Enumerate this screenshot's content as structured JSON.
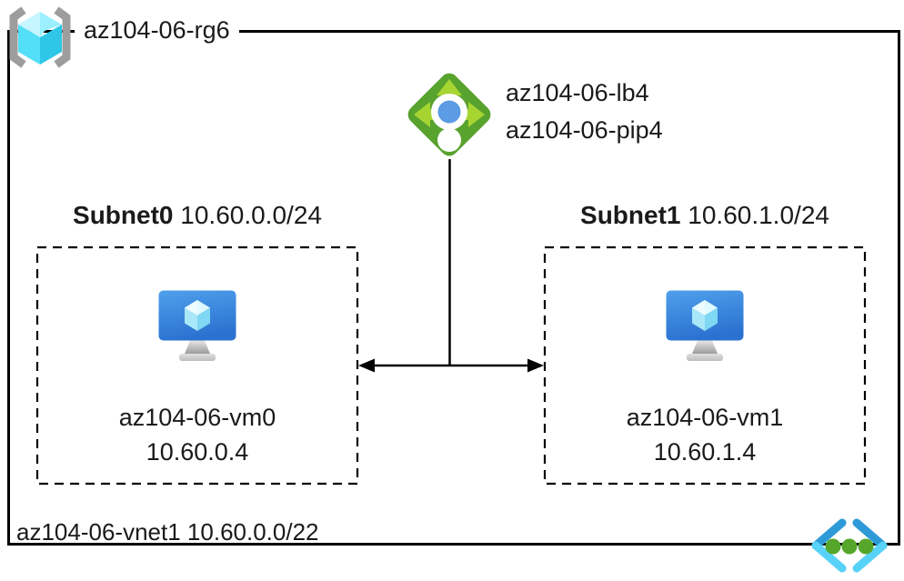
{
  "diagram": {
    "resource_group": {
      "label": "az104-06-rg6",
      "icon": "resource-group-icon"
    },
    "load_balancer": {
      "name": "az104-06-lb4",
      "public_ip_name": "az104-06-pip4",
      "icon": "load-balancer-icon"
    },
    "subnets": [
      {
        "name": "Subnet0",
        "cidr": "10.60.0.0/24",
        "vm_name": "az104-06-vm0",
        "vm_ip": "10.60.0.4",
        "icon": "virtual-machine-icon"
      },
      {
        "name": "Subnet1",
        "cidr": "10.60.1.0/24",
        "vm_name": "az104-06-vm1",
        "vm_ip": "10.60.1.4",
        "icon": "virtual-machine-icon"
      }
    ],
    "vnet": {
      "name": "az104-06-vnet1",
      "cidr": "10.60.0.0/22",
      "icon": "virtual-network-icon"
    }
  },
  "icons": {
    "resource_group": "resource-group-icon",
    "load_balancer": "load-balancer-icon",
    "virtual_machine": "virtual-machine-icon",
    "virtual_network": "virtual-network-icon"
  },
  "colors": {
    "border": "#000000",
    "lb_diamond_green": "#58A22E",
    "lb_arrow_green": "#A6D532",
    "lb_dot_blue": "#5C9CE5",
    "vm_screen_blue_top": "#4FA0EC",
    "vm_screen_blue_bottom": "#2B72D0",
    "cube_cyan_light": "#C6F6FF",
    "cube_cyan_dark": "#2FC7E7",
    "vnet_chevron_blue": "#2E9AD8",
    "vnet_chevron_cyan": "#59D2F7",
    "vnet_dot_green": "#55A62A",
    "bracket_gray": "#9D9D9D"
  }
}
